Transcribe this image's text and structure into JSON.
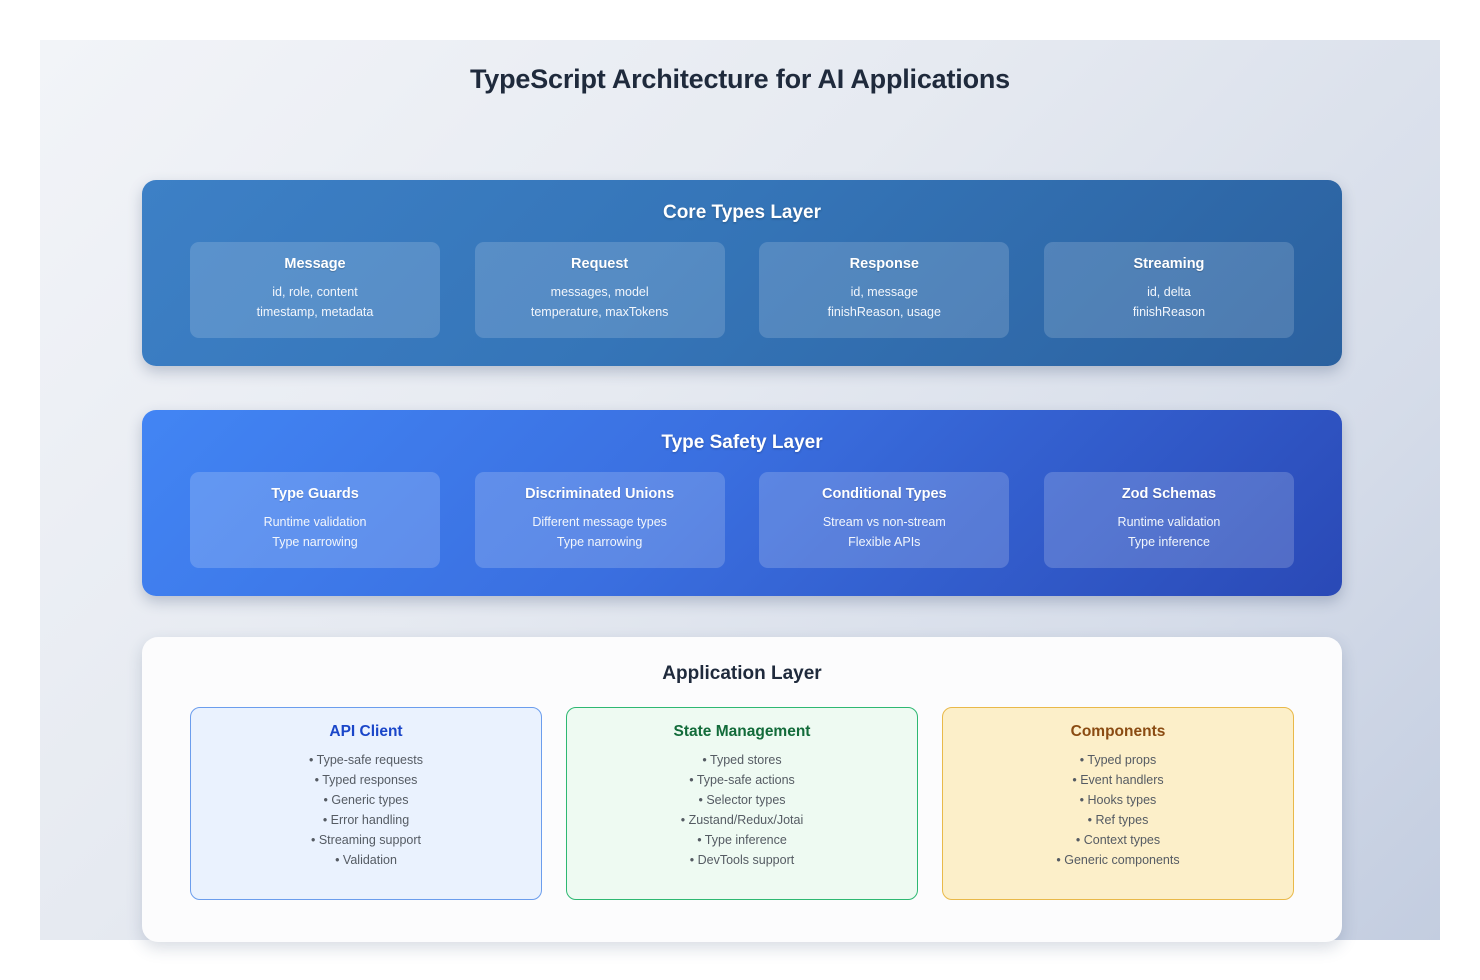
{
  "page": {
    "title": "TypeScript Architecture for AI Applications",
    "background_start": "#f2f4f8",
    "background_end": "#c3cde0"
  },
  "core_layer": {
    "title": "Core Types Layer",
    "gradient_start": "#3d80c6",
    "gradient_end": "#2b619f",
    "cards": [
      {
        "title": "Message",
        "line1": "id, role, content",
        "line2": "timestamp, metadata"
      },
      {
        "title": "Request",
        "line1": "messages, model",
        "line2": "temperature, maxTokens"
      },
      {
        "title": "Response",
        "line1": "id, message",
        "line2": "finishReason, usage"
      },
      {
        "title": "Streaming",
        "line1": "id, delta",
        "line2": "finishReason"
      }
    ]
  },
  "safety_layer": {
    "title": "Type Safety Layer",
    "gradient_start": "#4285f4",
    "gradient_end": "#2a49b6",
    "cards": [
      {
        "title": "Type Guards",
        "line1": "Runtime validation",
        "line2": "Type narrowing"
      },
      {
        "title": "Discriminated Unions",
        "line1": "Different message types",
        "line2": "Type narrowing"
      },
      {
        "title": "Conditional Types",
        "line1": "Stream vs non-stream",
        "line2": "Flexible APIs"
      },
      {
        "title": "Zod Schemas",
        "line1": "Runtime validation",
        "line2": "Type inference"
      }
    ]
  },
  "app_layer": {
    "title": "Application Layer",
    "background": "#fcfcfd",
    "cards": [
      {
        "title": "API Client",
        "title_color": "#1a46c9",
        "border_color": "#6b9ded",
        "fill_color": "#eaf2fe",
        "items": [
          "• Type-safe requests",
          "• Typed responses",
          "• Generic types",
          "• Error handling",
          "• Streaming support",
          "• Validation"
        ]
      },
      {
        "title": "State Management",
        "title_color": "#126b3a",
        "border_color": "#2eb872",
        "fill_color": "#eefaf2",
        "items": [
          "• Typed stores",
          "• Type-safe actions",
          "• Selector types",
          "• Zustand/Redux/Jotai",
          "• Type inference",
          "• DevTools support"
        ]
      },
      {
        "title": "Components",
        "title_color": "#8a4b12",
        "border_color": "#e9b949",
        "fill_color": "#fcefc9",
        "items": [
          "• Typed props",
          "• Event handlers",
          "• Hooks types",
          "• Ref types",
          "• Context types",
          "• Generic components"
        ]
      }
    ]
  }
}
